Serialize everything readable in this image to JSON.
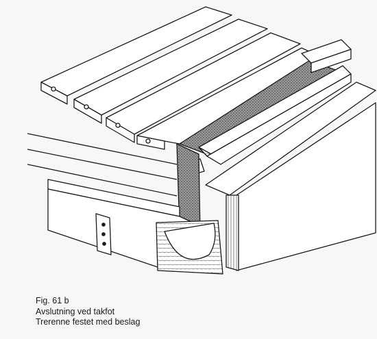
{
  "figure": {
    "caption": {
      "number": "Fig. 61 b",
      "line1": "Avslutning ved takfot",
      "line2": "Trerenne festet med beslag"
    },
    "colors": {
      "paper": "#f7f7f5",
      "ink": "#1a1a1a",
      "membrane": "#8a8a8a",
      "wood": "#ffffff"
    }
  }
}
